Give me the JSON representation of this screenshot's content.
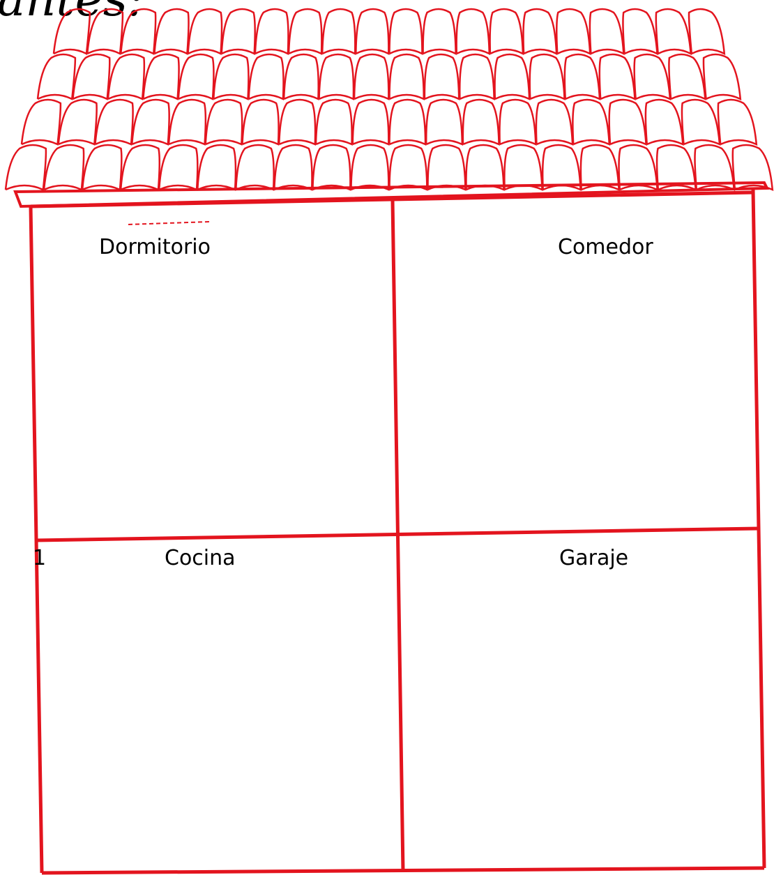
{
  "header": {
    "partial_title": "antes:"
  },
  "colors": {
    "drawing_stroke": "#e3141e",
    "text": "#000000",
    "background": "#ffffff"
  },
  "house": {
    "roof": {
      "style": "clay tile roof",
      "tile_rows": 4,
      "tile_columns": 20
    },
    "rooms": [
      {
        "name": "Dormitorio"
      },
      {
        "name": "Comedor"
      },
      {
        "name": "Cocina"
      },
      {
        "name": "Garaje"
      }
    ],
    "stray_number": "1"
  }
}
